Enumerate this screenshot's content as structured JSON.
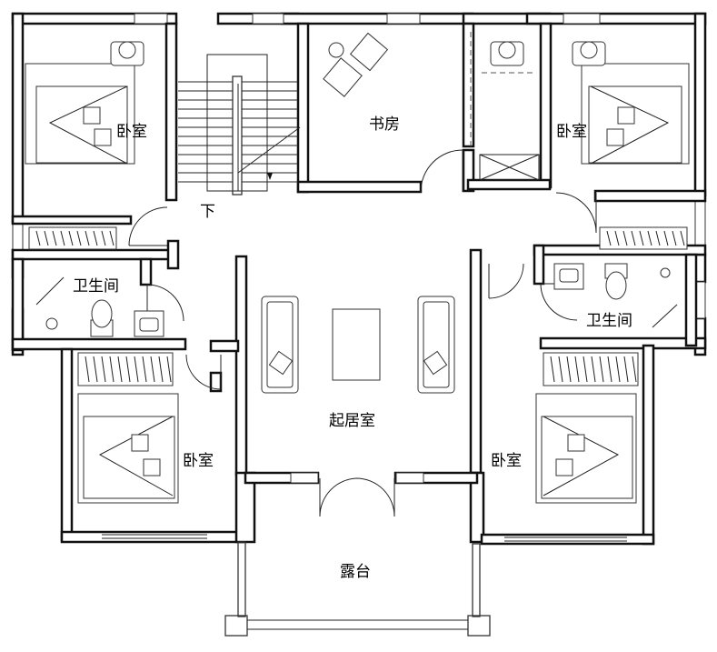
{
  "rooms": {
    "bedroom_nw": "卧室",
    "bedroom_ne": "卧室",
    "bedroom_sw": "卧室",
    "bedroom_se": "卧室",
    "study": "书房",
    "bathroom_w": "卫生间",
    "bathroom_e": "卫生间",
    "living": "起居室",
    "terrace": "露台"
  },
  "stairs": {
    "down": "下"
  }
}
